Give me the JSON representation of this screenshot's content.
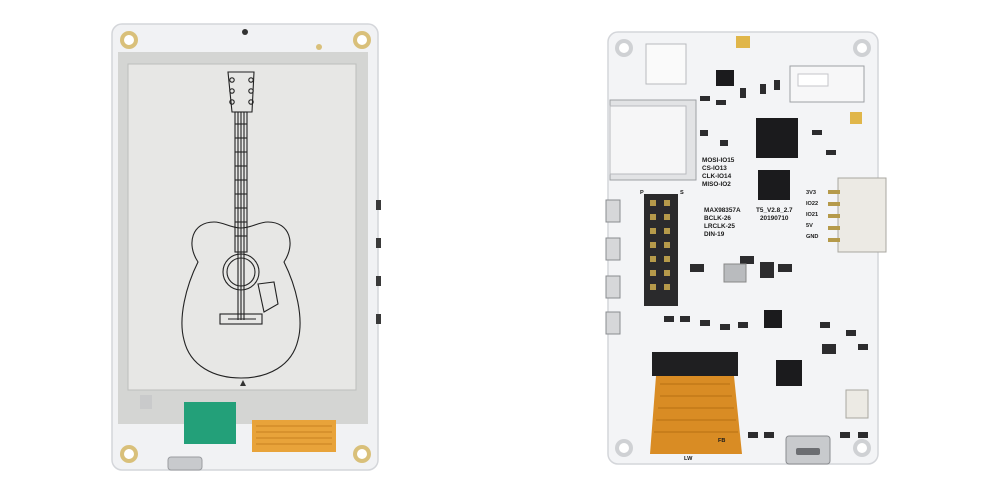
{
  "front_board": {
    "label": "front-epaper-board",
    "colors": {
      "pcb": "#f1f2f4",
      "screen": "#e6e6e4",
      "frame": "#d0d1cf",
      "flex": "#e8a33a",
      "green_tab": "#23a079"
    }
  },
  "back_board": {
    "label": "back-pcb-board",
    "silkscreen": {
      "spi_pins": [
        "MOSI-IO15",
        "CS-IO13",
        "CLK-IO14",
        "MISO-IO2"
      ],
      "audio_chip": "MAX98357A",
      "audio_pins": [
        "BCLK-26",
        "LRCLK-25",
        "DIN-19"
      ],
      "version": "T5_V2.8_2.7",
      "date": "20190710",
      "power_pins": [
        "3V3",
        "IO22",
        "IO21",
        "5V",
        "GND"
      ],
      "header_marks": [
        "P",
        "S"
      ],
      "flex_marks": [
        "FB",
        "LW"
      ]
    },
    "colors": {
      "pcb": "#f3f4f6",
      "chip": "#1b1b1d",
      "flex": "#d98c24",
      "header": "#2a2a2c"
    }
  }
}
